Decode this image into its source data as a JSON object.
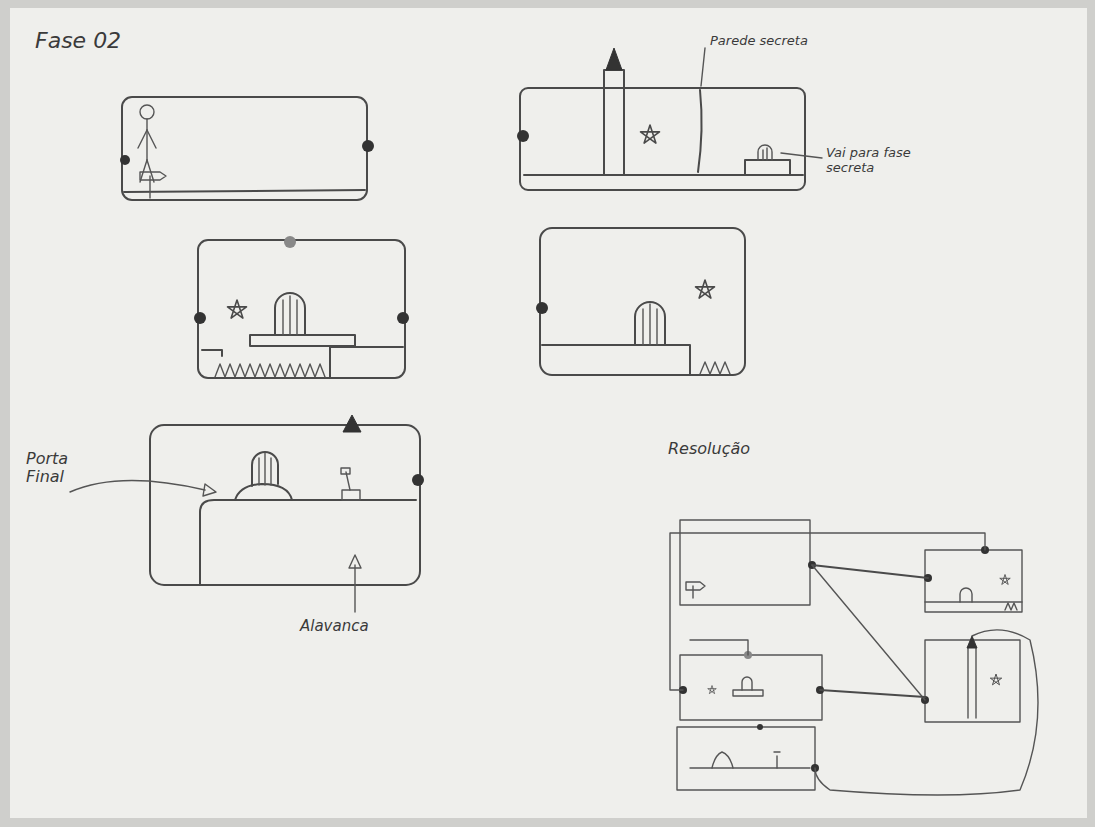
{
  "diagram": {
    "title": "Fase 02",
    "labels": [
      "Parede secreta",
      "Vai para fase secreta",
      "Porta Final",
      "Alavanca",
      "Resolução"
    ]
  }
}
